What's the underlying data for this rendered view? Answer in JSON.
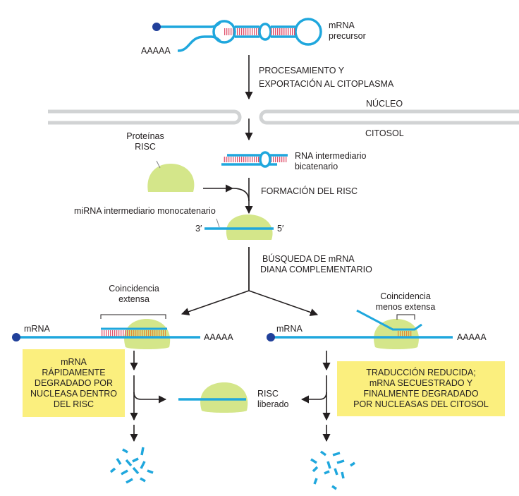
{
  "colors": {
    "rna_strand": "#1fa7dd",
    "base_pairs": "#e0526d",
    "base_pairs_in_risc": "#e08a3a",
    "cap": "#21409a",
    "risc_protein": "#d4e68a",
    "membrane": "#d1d3d4",
    "callout_box": "#fbef7e",
    "arrow": "#231f20"
  },
  "labels": {
    "precursor": [
      "mRNA",
      "precursor"
    ],
    "polya_top": "AAAAA",
    "step_processing": [
      "PROCESAMIENTO Y",
      "EXPORTACIÓN AL CITOPLASMA"
    ],
    "nucleus": "NÚCLEO",
    "cytosol": "CITOSOL",
    "risc_proteins": [
      "Proteínas",
      "RISC"
    ],
    "ds_intermediate": [
      "RNA intermediario",
      "bicatenario"
    ],
    "step_risc_formation": "FORMACIÓN DEL RISC",
    "ss_intermediate": "miRNA intermediario monocatenario",
    "end_3": "3′",
    "end_5": "5′",
    "step_search": [
      "BÚSQUEDA DE mRNA",
      "DIANA COMPLEMENTARIO"
    ],
    "left_match": [
      "Coincidencia",
      "extensa"
    ],
    "right_match": [
      "Coincidencia",
      "menos extensa"
    ],
    "left_mrna": "mRNA",
    "left_polya": "AAAAA",
    "right_mrna": "mRNA",
    "right_polya": "AAAAA",
    "risc_released": [
      "RISC",
      "liberado"
    ]
  },
  "outcomes": {
    "left": [
      "mRNA",
      "RÁPIDAMENTE",
      "DEGRADADO POR",
      "NUCLEASA DENTRO",
      "DEL RISC"
    ],
    "right": [
      "TRADUCCIÓN REDUCIDA;",
      "mRNA SECUESTRADO Y",
      "FINALMENTE DEGRADADO",
      "POR NUCLEASAS DEL CITOSOL"
    ]
  }
}
